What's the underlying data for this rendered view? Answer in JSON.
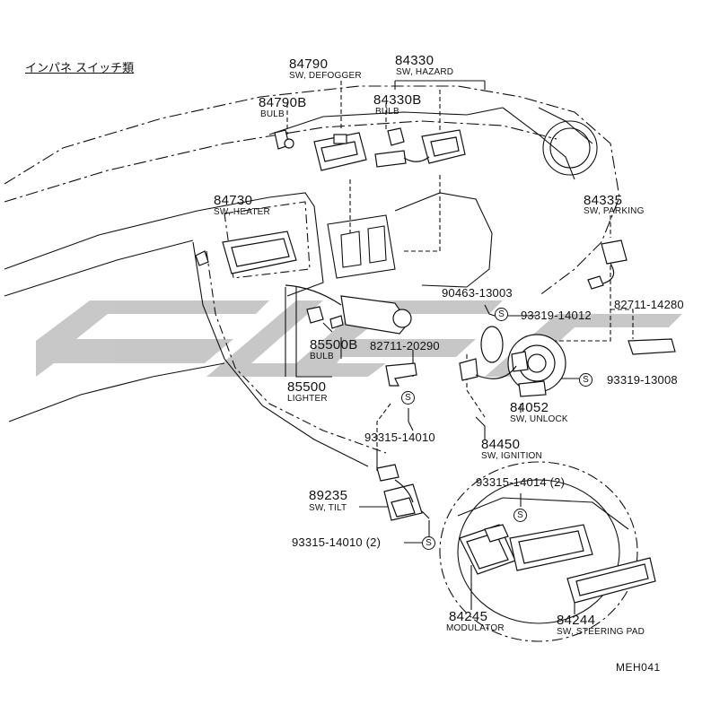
{
  "title": "インパネ スイッチ類",
  "diagram_code": "MEH041",
  "watermark_color": "#9a9a9a",
  "callouts": {
    "c84790": {
      "part": "84790",
      "desc": "SW, DEFOGGER"
    },
    "c84790b": {
      "part": "84790B",
      "desc": "BULB"
    },
    "c84330": {
      "part": "84330",
      "desc": "SW, HAZARD"
    },
    "c84330b": {
      "part": "84330B",
      "desc": "BULB"
    },
    "c84730": {
      "part": "84730",
      "desc": "SW, HEATER"
    },
    "c84335": {
      "part": "84335",
      "desc": "SW, PARKING"
    },
    "c90463": {
      "part": "90463-13003"
    },
    "c93319a": {
      "part": "93319-14012"
    },
    "c82711a": {
      "part": "82711-14280"
    },
    "c85500b": {
      "part": "85500B",
      "desc": "BULB"
    },
    "c82711b": {
      "part": "82711-20290"
    },
    "c93319b": {
      "part": "93319-13008"
    },
    "c85500": {
      "part": "85500",
      "desc": "LIGHTER"
    },
    "c84052": {
      "part": "84052",
      "desc": "SW, UNLOCK"
    },
    "c93315a": {
      "part": "93315-14010"
    },
    "c84450": {
      "part": "84450",
      "desc": "SW, IGNITION"
    },
    "c93315b": {
      "part": "93315-14014 (2)"
    },
    "c89235": {
      "part": "89235",
      "desc": "SW, TILT"
    },
    "c93315c": {
      "part": "93315-14010 (2)"
    },
    "c84245": {
      "part": "84245",
      "desc": "MODULATOR"
    },
    "c84244": {
      "part": "84244",
      "desc": "SW, STEERING PAD"
    }
  },
  "s_symbol": "S"
}
